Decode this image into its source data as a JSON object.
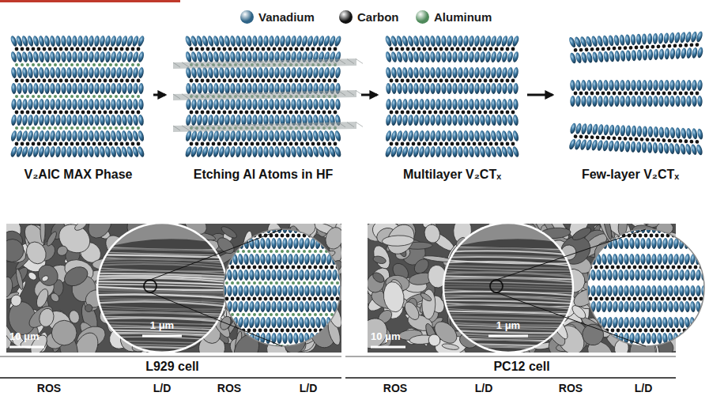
{
  "diagram": {
    "nodes": [
      {
        "text": [
          "V₂AlC MAX Phase"
        ]
      },
      {
        "text": [
          "Etching Al Atoms in HF"
        ]
      },
      {
        "text": [
          "Multilayer V₂CTₓ"
        ]
      },
      {
        "text": [
          "Few-layer V₂CTₓ"
        ]
      }
    ],
    "edges": [
      {
        "from": 0,
        "to": 1,
        "arrow": "to"
      },
      {
        "from": 1,
        "to": 2,
        "arrow": "to"
      },
      {
        "from": 2,
        "to": 3,
        "arrow": "to"
      }
    ],
    "labels": [
      "10 μm",
      "1 μm",
      "10 μm",
      "1 μm",
      "L929 cell",
      "PC12 cell",
      "ROS",
      "L/D",
      "ROS",
      "L/D",
      "ROS",
      "L/D",
      "ROS",
      "L/D"
    ],
    "legend": [
      {
        "text": "Vanadium",
        "color": "#2e6386"
      },
      {
        "text": "Carbon",
        "color": "#111111"
      },
      {
        "text": "Aluminum",
        "color": "#4f8a5b"
      }
    ]
  }
}
